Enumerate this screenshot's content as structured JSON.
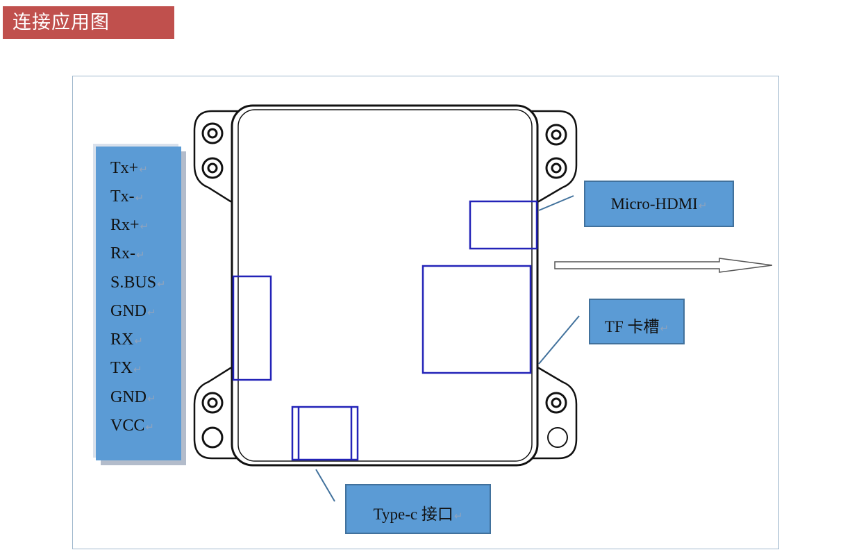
{
  "title": "连接应用图",
  "pins": [
    "Tx+",
    "Tx-",
    "Rx+",
    "Rx-",
    "S.BUS",
    "GND",
    "RX",
    "TX",
    "GND",
    "VCC"
  ],
  "callouts": {
    "hdmi": "Micro-HDMI",
    "tf": "TF 卡槽",
    "typec": "Type-c  接口"
  },
  "paragraph_mark": "↵",
  "colors": {
    "title_bg": "#c0504d",
    "panel_bg": "#5b9bd5",
    "component_outline": "#2323b8",
    "board_outline": "#111111",
    "leader_line": "#41719c"
  }
}
